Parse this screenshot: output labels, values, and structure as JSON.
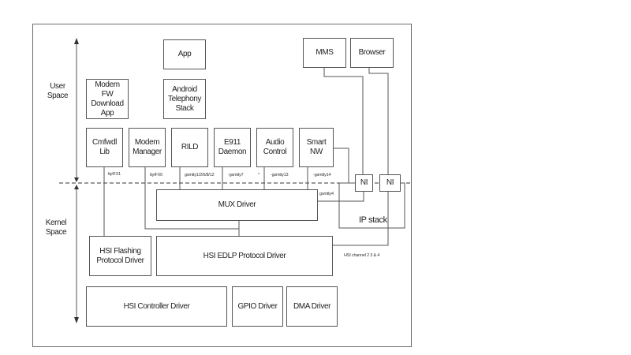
{
  "diagram": {
    "regions": {
      "user_space": "User\nSpace",
      "kernel_space": "Kernel\nSpace"
    },
    "user_space": {
      "app": "App",
      "mms": "MMS",
      "browser": "Browser",
      "modem_fw_download_app": "Modem\nFW\nDownload\nApp",
      "android_telephony_stack": "Android\nTelephony\nStack",
      "cmfwdl_lib": "Cmfwdl\nLib",
      "modem_manager": "Modem\nManager",
      "rild": "RILD",
      "e911_daemon": "E911\nDaemon",
      "audio_control": "Audio\nControl",
      "smart_nw": "Smart\nNW"
    },
    "boundary": {
      "ni_left": "NI",
      "ni_right": "NI"
    },
    "kernel_space": {
      "mux_driver": "MUX Driver",
      "ip_stack": "IP stack",
      "hsi_flashing_protocol_driver": "HSI Flashing\nProtocol Driver",
      "hsi_edlp_protocol_driver": "HSI EDLP Protocol Driver",
      "hsi_controller_driver": "HSI Controller Driver",
      "gpio_driver": "GPIO Driver",
      "dma_driver": "DMA Driver"
    },
    "channel_labels": {
      "cmfwdl": "ttyIFX1",
      "modem_manager": "ttyIFX0",
      "rild": "gsmtty1/2/6/8/12",
      "e911": "-gsmtty7",
      "star": "*",
      "audio": "-gsmtty13",
      "smart_nw": "-gsmtty14",
      "mux_out": "gsmtty4",
      "hsi_channels": "HSI channel 2 3 & 4"
    }
  }
}
